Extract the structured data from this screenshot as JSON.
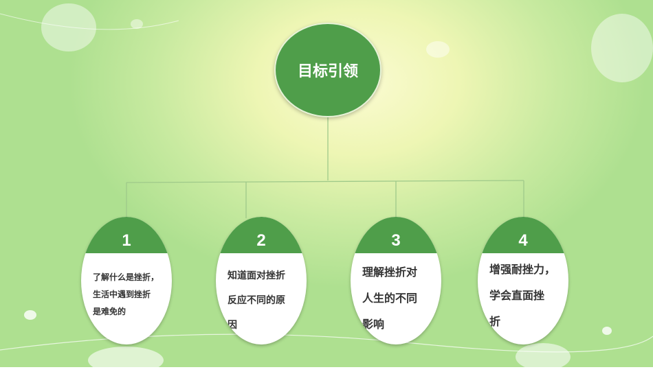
{
  "root": {
    "label": "目标引领"
  },
  "nodes": [
    {
      "number": "1",
      "lines": [
        "了解什么是挫折，",
        "生活中遇到挫折",
        "是难免的"
      ]
    },
    {
      "number": "2",
      "lines": [
        "知道面对挫折",
        "反应不同的原",
        "因"
      ]
    },
    {
      "number": "3",
      "lines": [
        "理解挫折对",
        "人生的不同",
        "影响"
      ]
    },
    {
      "number": "4",
      "lines": [
        "增强耐挫力，",
        "学会直面挫",
        "折"
      ]
    }
  ],
  "colors": {
    "node_fill": "#4f9e4a",
    "line": "#9fc98a"
  }
}
